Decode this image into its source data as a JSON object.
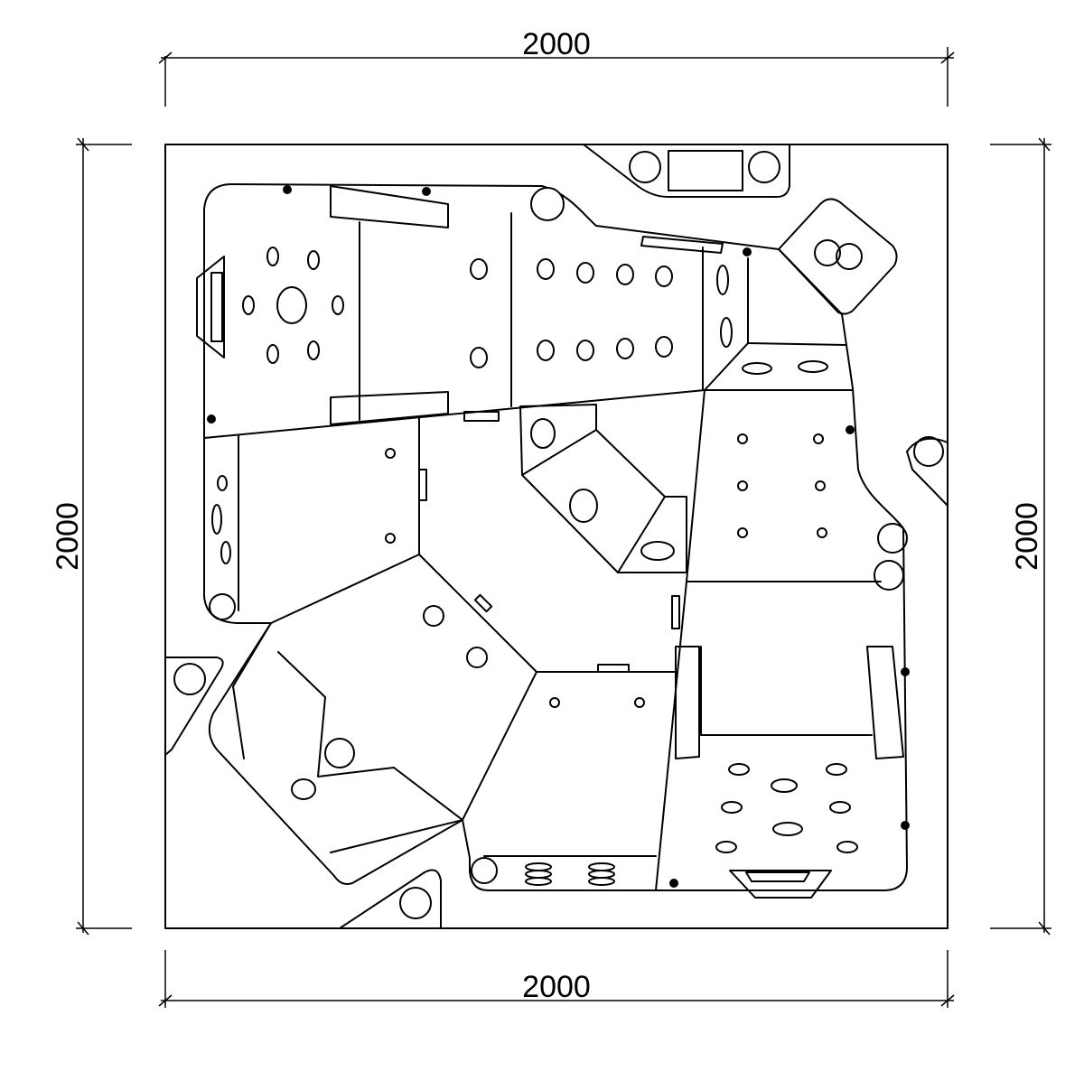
{
  "dimensions": {
    "top": "2000",
    "bottom": "2000",
    "left": "2000",
    "right": "2000"
  },
  "colors": {
    "line": "#000000",
    "background": "#ffffff"
  }
}
